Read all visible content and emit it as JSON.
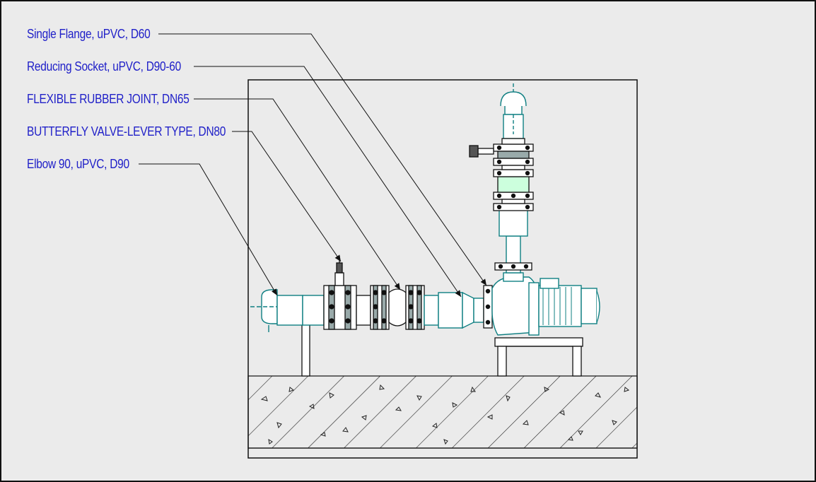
{
  "colors": {
    "background": "#ebebeb",
    "label_text": "#1f1fc8",
    "outline": "#111111",
    "equipment_teal": "#0f7f82"
  },
  "callouts": [
    {
      "id": "single-flange",
      "text": "Single Flange, uPVC, D60"
    },
    {
      "id": "reducing-socket",
      "text": "Reducing Socket, uPVC, D90-60"
    },
    {
      "id": "flexible-rubber-joint",
      "text": "FLEXIBLE RUBBER JOINT, DN65"
    },
    {
      "id": "butterfly-valve",
      "text": "BUTTERFLY VALVE-LEVER TYPE, DN80"
    },
    {
      "id": "elbow-90",
      "text": "Elbow 90, uPVC, D90"
    }
  ]
}
